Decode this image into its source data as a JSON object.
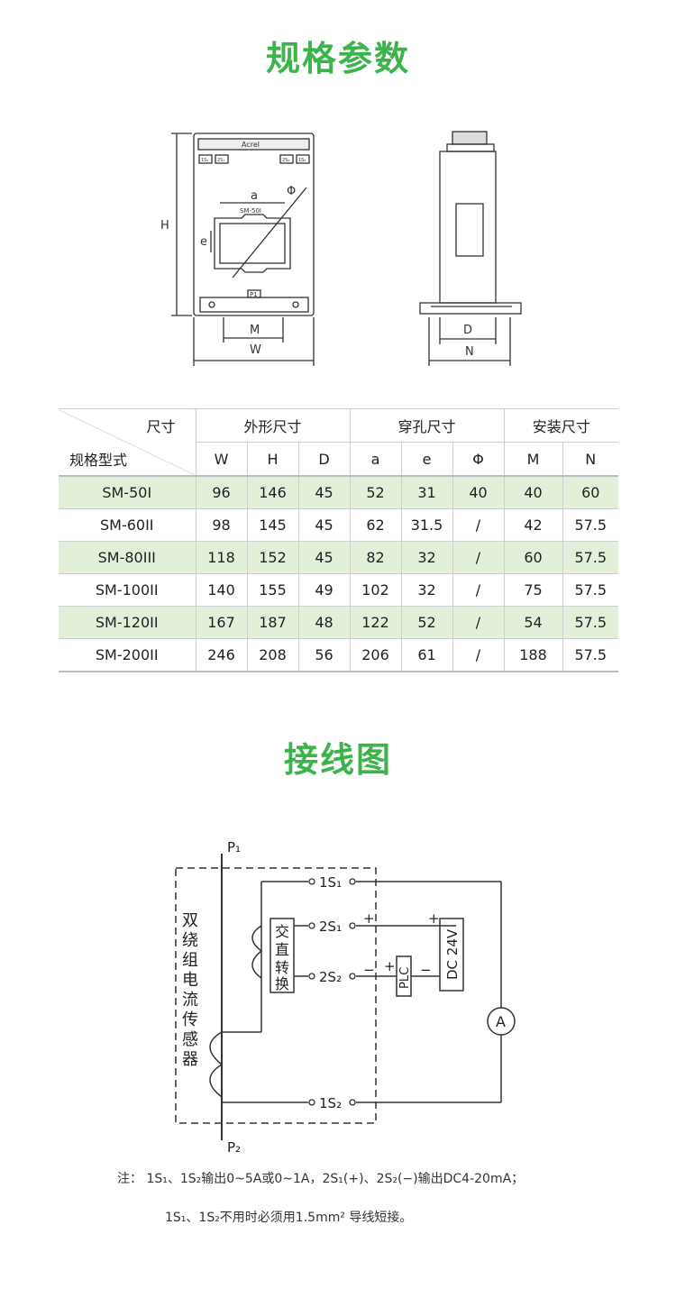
{
  "spec": {
    "title": "规格参数",
    "drawing_labels": {
      "H": "H",
      "W": "W",
      "M": "M",
      "a": "a",
      "e": "e",
      "phi": "Φ",
      "D": "D",
      "N": "N",
      "model": "SM-50I",
      "brand": "Acrel",
      "p1_mark": "P1",
      "top_marks": [
        "1S₁",
        "2S₁",
        "2S₂",
        "1S₂"
      ]
    },
    "table": {
      "corner_top": "尺寸",
      "corner_bottom": "规格型式",
      "groups": [
        "外形尺寸",
        "穿孔尺寸",
        "安装尺寸"
      ],
      "columns": [
        "W",
        "H",
        "D",
        "a",
        "e",
        "Φ",
        "M",
        "N"
      ],
      "rows": [
        {
          "model": "SM-50I",
          "values": [
            "96",
            "146",
            "45",
            "52",
            "31",
            "40",
            "40",
            "60"
          ]
        },
        {
          "model": "SM-60II",
          "values": [
            "98",
            "145",
            "45",
            "62",
            "31.5",
            "/",
            "42",
            "57.5"
          ]
        },
        {
          "model": "SM-80III",
          "values": [
            "118",
            "152",
            "45",
            "82",
            "32",
            "/",
            "60",
            "57.5"
          ]
        },
        {
          "model": "SM-100II",
          "values": [
            "140",
            "155",
            "49",
            "102",
            "32",
            "/",
            "75",
            "57.5"
          ]
        },
        {
          "model": "SM-120II",
          "values": [
            "167",
            "187",
            "48",
            "122",
            "52",
            "/",
            "54",
            "57.5"
          ]
        },
        {
          "model": "SM-200II",
          "values": [
            "246",
            "208",
            "56",
            "206",
            "61",
            "/",
            "188",
            "57.5"
          ]
        }
      ]
    }
  },
  "wiring": {
    "title": "接线图",
    "p1": "P₁",
    "p2": "P₂",
    "terminals": [
      "1S₁",
      "2S₁",
      "2S₂",
      "1S₂"
    ],
    "sensor_label": [
      "双",
      "绕",
      "组",
      "电",
      "流",
      "传",
      "感",
      "器"
    ],
    "converter_label": [
      "交",
      "直",
      "转",
      "换"
    ],
    "plc": "PLC",
    "dc": "DC 24V",
    "ammeter": "A",
    "plus": "+",
    "minus": "−"
  },
  "notes": {
    "line1": "注：    1S₁、1S₂输出0~5A或0~1A，2S₁(+)、2S₂(−)输出DC4-20mA；",
    "line2": "1S₁、1S₂不用时必须用1.5mm² 导线短接。"
  },
  "colors": {
    "accent": "#3cb44b",
    "row_green": "#e2efd9"
  }
}
